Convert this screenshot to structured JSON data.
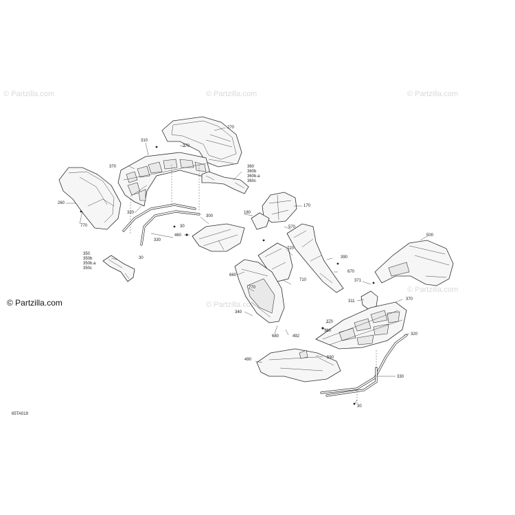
{
  "diagram_code": "65TA019",
  "brand": "© Partzilla.com",
  "watermark_text": "© Partzilla.com",
  "callouts": {
    "c270": "270",
    "c310": "310",
    "c370a": "370",
    "c370b": "370",
    "c360": "360",
    "c360b": "360b",
    "c360ba": "360b.a",
    "c360c": "360c",
    "c260": "260",
    "c770a": "770",
    "c320a": "320",
    "c30a": "30",
    "c330a": "330",
    "c300": "300",
    "c460": "460",
    "c350": "350",
    "c350b": "350b",
    "c350ba": "350b.a",
    "c350c": "350c",
    "c30b": "30",
    "c180": "180",
    "c170": "170",
    "c570": "570",
    "c720": "720",
    "c390": "390",
    "c670": "670",
    "c660": "660",
    "c710": "710",
    "c500": "500",
    "c371": "371",
    "c311": "311",
    "c370c": "370",
    "c340": "340",
    "c770b": "770",
    "c680": "680",
    "c492": "492",
    "c380": "380",
    "c370d": "370",
    "c320b": "320",
    "c490": "490",
    "c590": "590",
    "c330b": "330",
    "c30c": "30"
  }
}
